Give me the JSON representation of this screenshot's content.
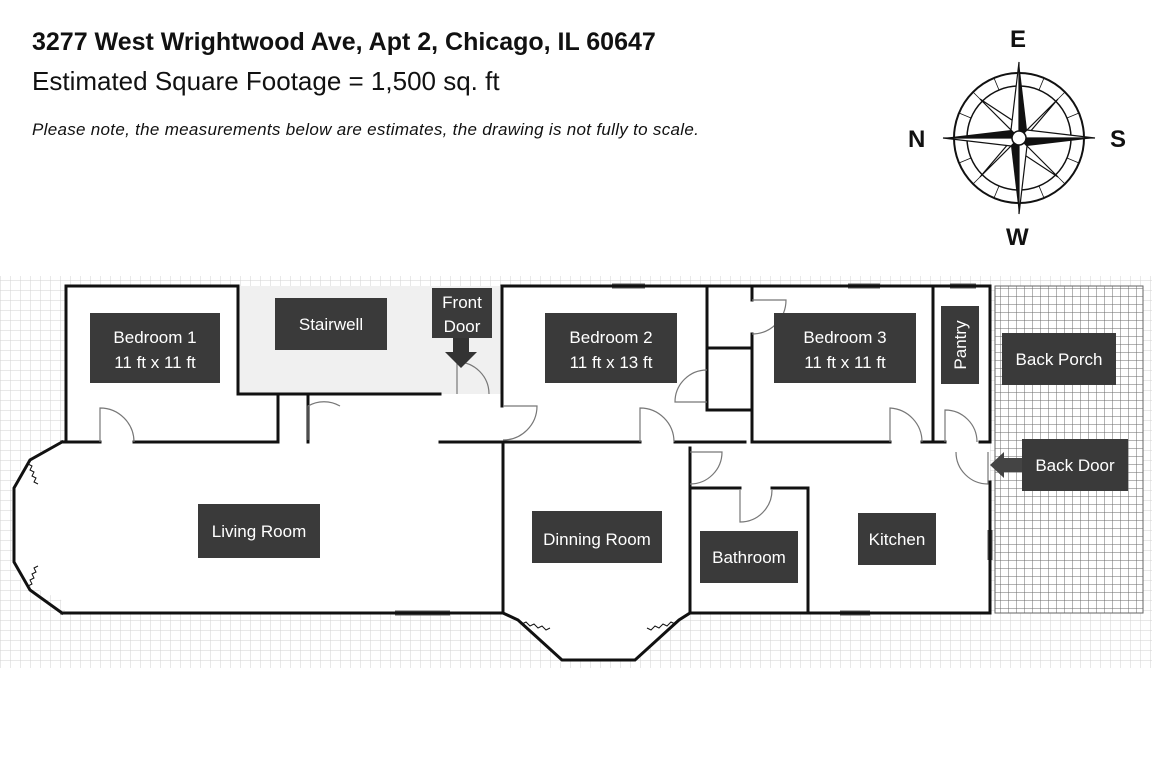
{
  "header": {
    "address": "3277 West Wrightwood Ave, Apt 2, Chicago, IL 60647",
    "square_footage": "Estimated Square Footage = 1,500 sq. ft",
    "note": "Please note, the measurements below are estimates, the drawing is not fully to scale."
  },
  "compass": {
    "top": "E",
    "left": "N",
    "right": "S",
    "bottom": "W"
  },
  "rooms": {
    "bedroom1": {
      "name": "Bedroom 1",
      "size": "11 ft x 11 ft"
    },
    "stairwell": {
      "name": "Stairwell"
    },
    "front_door": {
      "line1": "Front",
      "line2": "Door"
    },
    "bedroom2": {
      "name": "Bedroom 2",
      "size": "11 ft x 13 ft"
    },
    "bedroom3": {
      "name": "Bedroom 3",
      "size": "11 ft x 11 ft"
    },
    "pantry": {
      "name": "Pantry"
    },
    "back_porch": {
      "name": "Back Porch"
    },
    "back_door": {
      "name": "Back Door"
    },
    "living_room": {
      "name": "Living Room"
    },
    "dinning_room": {
      "name": "Dinning Room"
    },
    "bathroom": {
      "name": "Bathroom"
    },
    "kitchen": {
      "name": "Kitchen"
    }
  }
}
